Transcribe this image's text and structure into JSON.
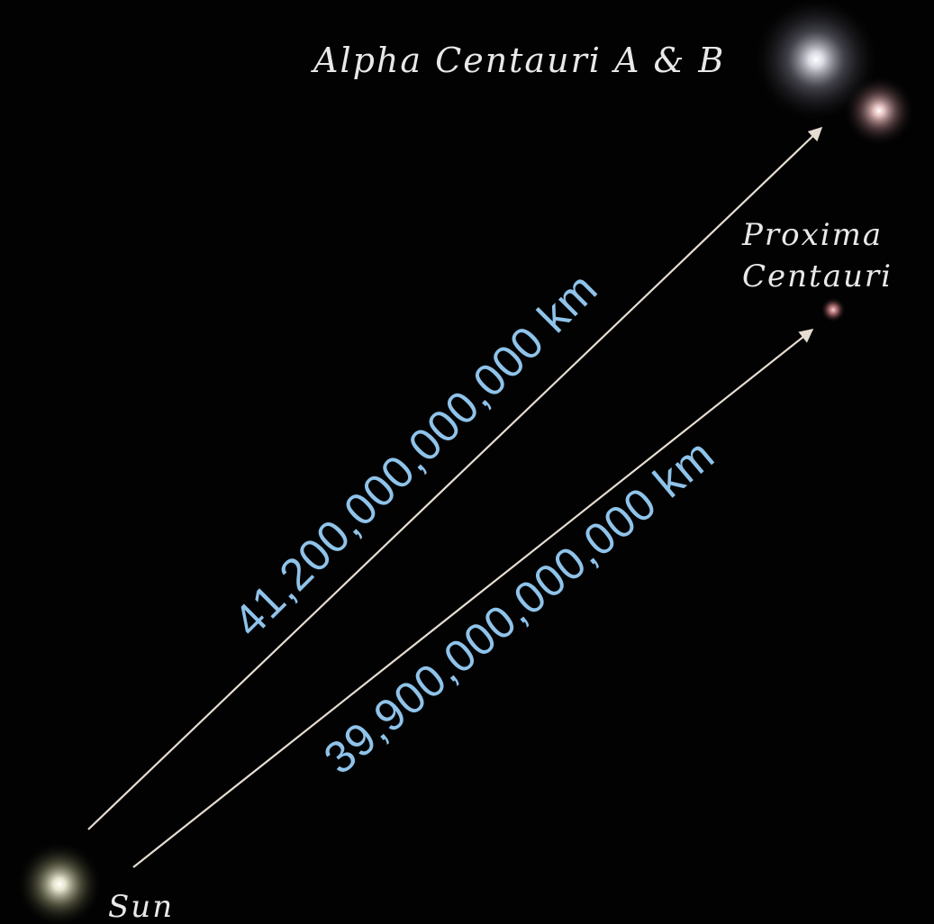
{
  "labels": {
    "alpha": "Alpha Centauri A & B",
    "proxima_line1": "Proxima",
    "proxima_line2": "Centauri",
    "sun": "Sun"
  },
  "distances": {
    "alpha": "41,200,000,000,000 km",
    "proxima": "39,900,000,000,000 km"
  },
  "colors": {
    "background": "#020202",
    "label_text": "#e8e8e8",
    "distance_text": "#8fc3ea",
    "arrow": "#e6ddd2"
  }
}
